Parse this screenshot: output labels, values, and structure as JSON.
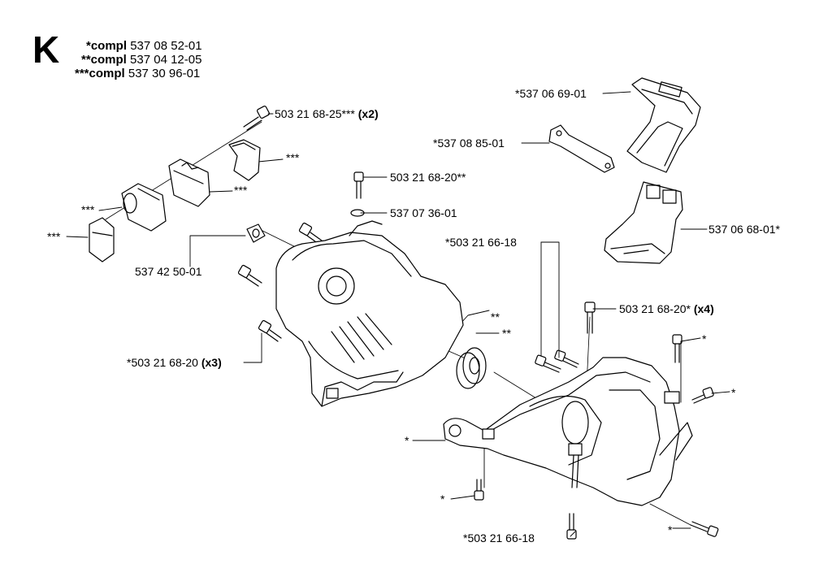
{
  "header": {
    "section": "K",
    "compl": [
      {
        "prefix": "*compl",
        "number": "537 08 52-01"
      },
      {
        "prefix": "**compl",
        "number": "537 04 12-05"
      },
      {
        "prefix": "***compl",
        "number": "537 30 96-01"
      }
    ]
  },
  "callouts": {
    "c1": {
      "text": "503 21 68-25***",
      "qty": "(x2)"
    },
    "c2": {
      "text": "***"
    },
    "c3": {
      "text": "***"
    },
    "c4": {
      "text": "***"
    },
    "c5": {
      "text": "***"
    },
    "c6": {
      "text": "537 42 50-01"
    },
    "c7": {
      "text": "503 21 68-20**"
    },
    "c8": {
      "text": "537 07 36-01"
    },
    "c9": {
      "text": "*537 06 69-01"
    },
    "c10": {
      "text": "*537 08 85-01"
    },
    "c11": {
      "text": "537 06 68-01*"
    },
    "c12": {
      "text": "*503 21 66-18"
    },
    "c13": {
      "text": "503 21 68-20*",
      "qty": "(x4)"
    },
    "c14": {
      "text": "**"
    },
    "c15": {
      "text": "**"
    },
    "c16": {
      "text": "*503 21 68-20",
      "qty": "(x3)"
    },
    "c17": {
      "text": "*"
    },
    "c18": {
      "text": "*"
    },
    "c19": {
      "text": "*"
    },
    "c20": {
      "text": "*"
    },
    "c21": {
      "text": "*503 21 66-18"
    },
    "c22": {
      "text": "*"
    }
  },
  "colors": {
    "ink": "#000000",
    "paper": "#ffffff",
    "shade": "#d9d9d9"
  }
}
